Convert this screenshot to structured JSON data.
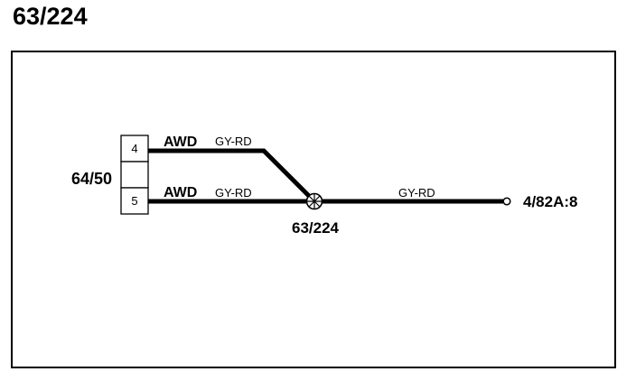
{
  "page_title": "63/224",
  "connector": {
    "id": "64/50",
    "pins": [
      "4",
      "5"
    ]
  },
  "wires": [
    {
      "circuit": "AWD",
      "color_code": "GY-RD"
    },
    {
      "circuit": "AWD",
      "color_code": "GY-RD"
    },
    {
      "color_code": "GY-RD"
    }
  ],
  "splice": {
    "id": "63/224"
  },
  "destination": {
    "id": "4/82A:8"
  },
  "colors": {
    "line": "#000000",
    "background": "#ffffff"
  }
}
